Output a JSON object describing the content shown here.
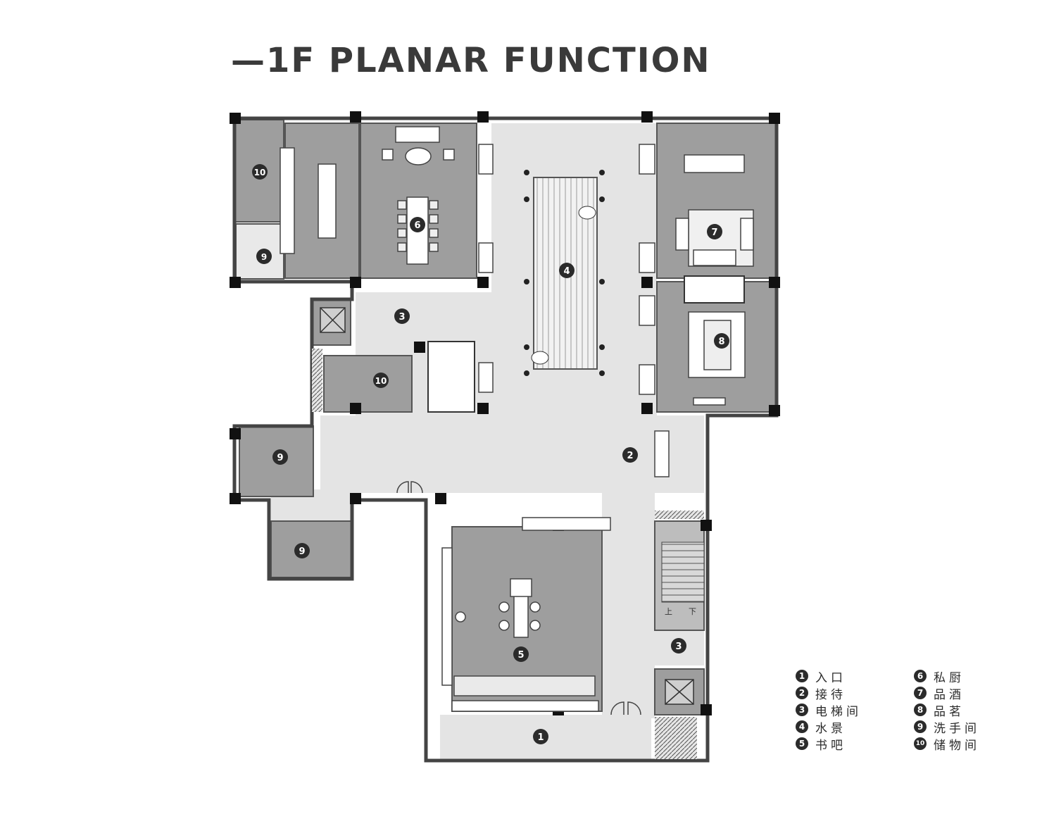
{
  "title": "—1F PLANAR FUNCTION",
  "room_markers": [
    {
      "id": "m10a",
      "num": "10"
    },
    {
      "id": "m9a",
      "num": "9"
    },
    {
      "id": "m6",
      "num": "6"
    },
    {
      "id": "m4",
      "num": "4"
    },
    {
      "id": "m3a",
      "num": "3"
    },
    {
      "id": "m7",
      "num": "7"
    },
    {
      "id": "m8",
      "num": "8"
    },
    {
      "id": "m10b",
      "num": "10"
    },
    {
      "id": "m2",
      "num": "2"
    },
    {
      "id": "m9b",
      "num": "9"
    },
    {
      "id": "m9c",
      "num": "9"
    },
    {
      "id": "m5",
      "num": "5"
    },
    {
      "id": "m3b",
      "num": "3"
    },
    {
      "id": "m1",
      "num": "1"
    }
  ],
  "stair_labels": {
    "up": "上",
    "down": "下"
  },
  "legend": {
    "left": [
      {
        "num": "1",
        "label": "入口"
      },
      {
        "num": "2",
        "label": "接待"
      },
      {
        "num": "3",
        "label": "电梯间"
      },
      {
        "num": "4",
        "label": "水景"
      },
      {
        "num": "5",
        "label": "书吧"
      }
    ],
    "right": [
      {
        "num": "6",
        "label": "私厨"
      },
      {
        "num": "7",
        "label": "品酒"
      },
      {
        "num": "8",
        "label": "品茗"
      },
      {
        "num": "9",
        "label": "洗手间"
      },
      {
        "num": "10",
        "label": "储物间"
      }
    ]
  }
}
